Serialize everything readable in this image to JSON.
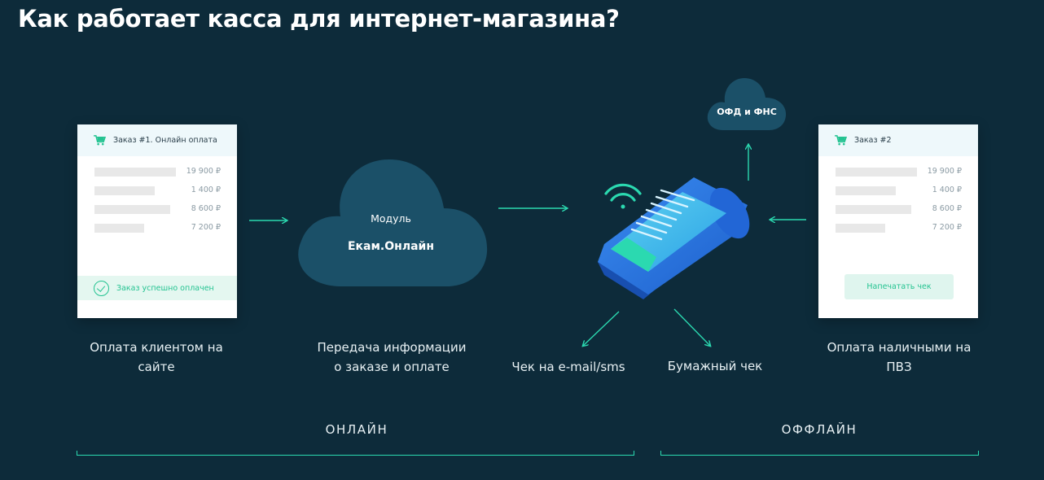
{
  "title": "Как работает касса для интернет-магазина?",
  "online_card": {
    "header": "Заказ #1. Онлайн оплата",
    "prices": [
      "19 900 ₽",
      "1 400 ₽",
      "8 600 ₽",
      "7 200 ₽"
    ],
    "status": "Заказ успешно оплачен"
  },
  "offline_card": {
    "header": "Заказ #2",
    "prices": [
      "19 900 ₽",
      "1 400 ₽",
      "8 600 ₽",
      "7 200 ₽"
    ],
    "button": "Напечатать чек"
  },
  "module_cloud": {
    "line1": "Модуль",
    "line2": "Екам.Онлайн"
  },
  "ofd_cloud": {
    "label": "ОФД и ФНС"
  },
  "captions": {
    "client_payment_l1": "Оплата клиентом на",
    "client_payment_l2": "сайте",
    "transfer_l1": "Передача информации",
    "transfer_l2": "о заказе и оплате",
    "email_receipt": "Чек на e-mail/sms",
    "paper_receipt": "Бумажный чек",
    "cash_payment_l1": "Оплата наличными на",
    "cash_payment_l2": "ПВЗ"
  },
  "sections": {
    "online": "ОНЛАЙН",
    "offline": "ОФФЛАЙН"
  },
  "colors": {
    "background": "#0d2b3a",
    "cloud": "#1b5068",
    "accent": "#2bd9b0",
    "terminal": "#2a7be0"
  },
  "icons": {
    "cart": "cart-icon",
    "check": "check-circle-icon",
    "wifi": "wifi-icon"
  }
}
